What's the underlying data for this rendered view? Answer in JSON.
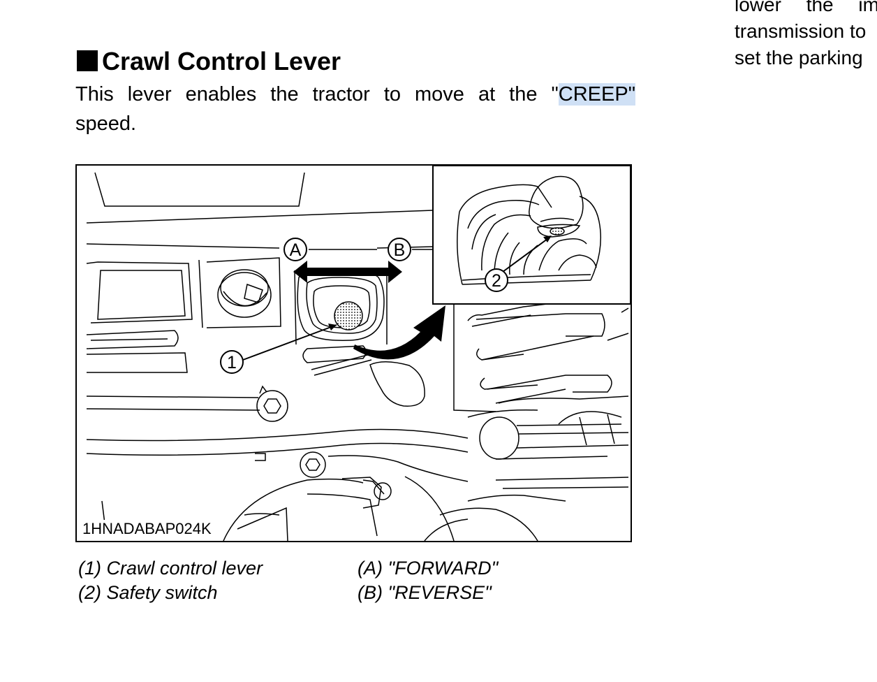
{
  "right_column": {
    "lines": [
      "lower the im",
      "transmission to",
      "set the parking"
    ]
  },
  "section": {
    "heading": "Crawl Control Lever",
    "body_line1_before": "This lever enables the tractor to move at the \"",
    "body_highlight": "CREEP\"",
    "body_line2": "speed."
  },
  "figure": {
    "code": "1HNADABAP024K",
    "callouts": {
      "a": "A",
      "b": "B",
      "one": "1",
      "two": "2"
    }
  },
  "captions": {
    "col1": [
      "(1) Crawl control lever",
      "(2) Safety switch"
    ],
    "col2": [
      "(A) \"FORWARD\"",
      "(B) \"REVERSE\""
    ]
  },
  "colors": {
    "highlight": "#cfe0f5"
  }
}
